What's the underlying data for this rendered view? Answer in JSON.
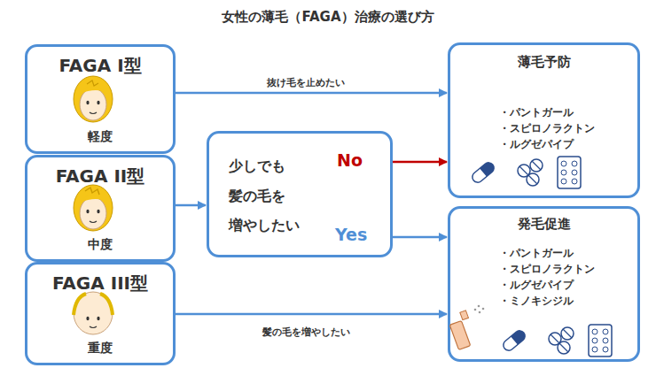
{
  "diagram": {
    "title": "女性の薄毛（FAGA）治療の選び方",
    "nodes": [
      {
        "text": [
          "FAGA I型",
          "軽度"
        ]
      },
      {
        "text": [
          "FAGA II型",
          "中度"
        ]
      },
      {
        "text": [
          "FAGA III型",
          "重度"
        ]
      },
      {
        "text": [
          "少しでも 髪の毛を 増やしたい"
        ]
      },
      {
        "text": [
          "薄毛予防",
          "・パントガール",
          "・スピロノラクトン",
          "・ルグゼパイプ"
        ]
      },
      {
        "text": [
          "発毛促進",
          "・パントガール",
          "・スピロノラクトン",
          "・ルグゼパイプ",
          "・ミノキシジル"
        ]
      }
    ],
    "edges": [
      {
        "from": 0,
        "to": 4,
        "arrow": "to",
        "label": "抜け毛を止めたい"
      },
      {
        "from": 1,
        "to": 3,
        "arrow": "to"
      },
      {
        "from": 3,
        "to": 4,
        "arrow": "to",
        "label": "No"
      },
      {
        "from": 3,
        "to": 5,
        "arrow": "to",
        "label": "Yes"
      },
      {
        "from": 2,
        "to": 5,
        "arrow": "to",
        "label": "髪の毛を増やしたい"
      }
    ]
  }
}
